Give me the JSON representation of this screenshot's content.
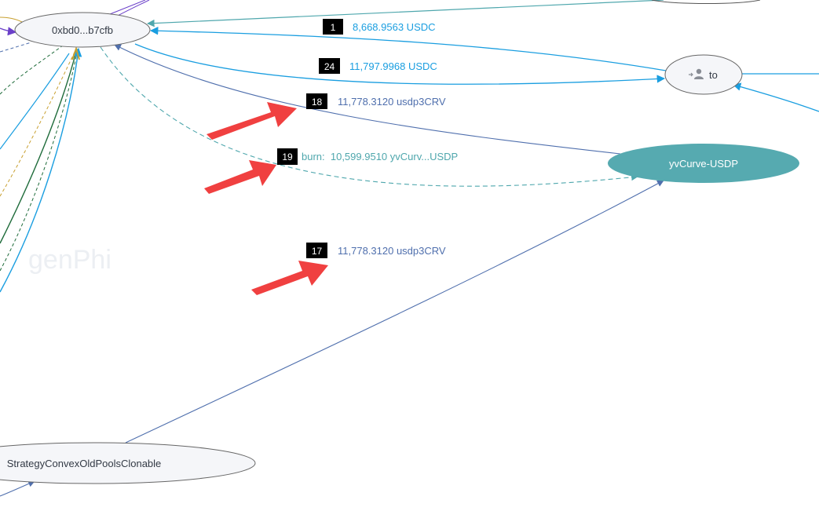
{
  "watermark": "genPhi",
  "colors": {
    "edge_blue": "#1a9ee0",
    "edge_slate": "#4f6fad",
    "edge_teal": "#4fa7ad",
    "edge_purple": "#6b40c9",
    "edge_olive": "#c8a030",
    "edge_green": "#1e6b3a",
    "node_teal": "#56aab0",
    "badge_bg": "#000000",
    "arrow_red": "#f04040"
  },
  "nodes": {
    "address": {
      "label": "0xbd0...b7cfb"
    },
    "to": {
      "label": "to",
      "icon": "add-user-icon"
    },
    "vault": {
      "label": "yvCurve-USDP"
    },
    "strategy": {
      "label": "StrategyConvexOldPoolsClonable"
    }
  },
  "edges": [
    {
      "step": "1",
      "text": "8,668.9563 USDC"
    },
    {
      "step": "24",
      "text": "11,797.9968 USDC"
    },
    {
      "step": "18",
      "text": "11,778.3120 usdp3CRV"
    },
    {
      "step": "19",
      "text": "burn:  10,599.9510 yvCurv...USDP"
    },
    {
      "step": "17",
      "text": "11,778.3120 usdp3CRV"
    }
  ]
}
